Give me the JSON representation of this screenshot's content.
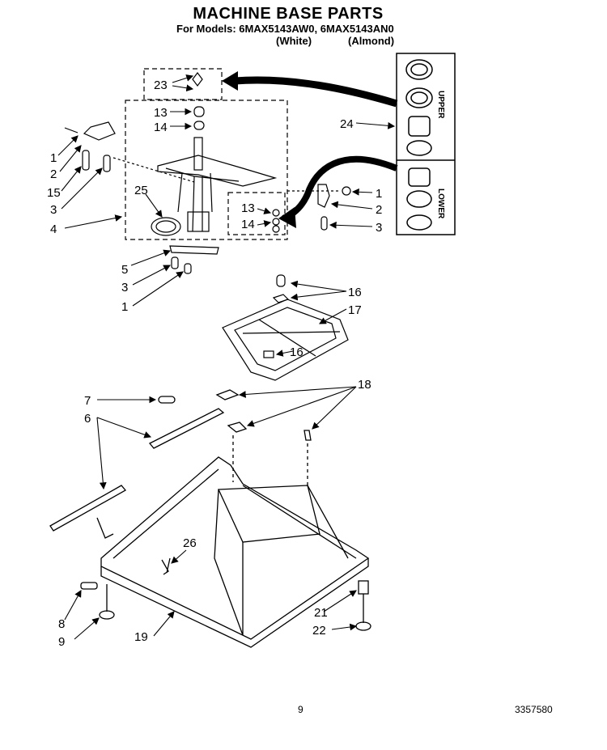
{
  "header": {
    "title": "MACHINE BASE PARTS",
    "models_line": "For Models: 6MAX5143AW0,  6MAX5143AN0",
    "color_white": "(White)",
    "color_almond": "(Almond)"
  },
  "callouts": {
    "c23": "23",
    "c13a": "13",
    "c14a": "14",
    "c1a": "1",
    "c2a": "2",
    "c15": "15",
    "c3a": "3",
    "c25": "25",
    "c4": "4",
    "c24": "24",
    "c1b": "1",
    "c2b": "2",
    "c3b": "3",
    "c13b": "13",
    "c14b": "14",
    "c5": "5",
    "c3c": "3",
    "c1c": "1",
    "c16a": "16",
    "c17": "17",
    "c16b": "16",
    "c18": "18",
    "c7": "7",
    "c6": "6",
    "c26": "26",
    "c8": "8",
    "c9": "9",
    "c19": "19",
    "c21": "21",
    "c22": "22"
  },
  "side_labels": {
    "upper": "UPPER",
    "lower": "LOWER"
  },
  "footer": {
    "page": "9",
    "part_number": "3357580"
  }
}
